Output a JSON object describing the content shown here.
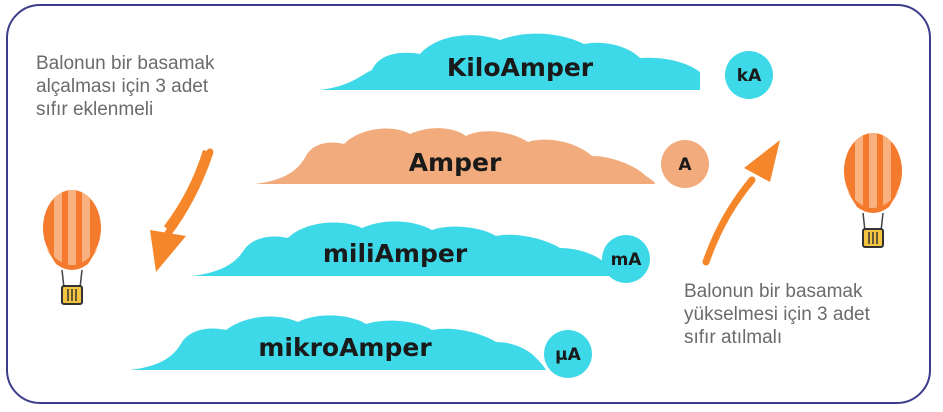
{
  "colors": {
    "frame": "#3b3d8a",
    "cyan": "#3dd9e8",
    "peach": "#f2ab7c",
    "text_dark": "#1a1a1a",
    "note_text": "#6b6b6b",
    "arrow": "#f5862a",
    "balloon_orange": "#f47a2e",
    "balloon_light": "#f9b27f"
  },
  "units": [
    {
      "name": "KiloAmper",
      "symbol": "kA",
      "color": "cyan"
    },
    {
      "name": "Amper",
      "symbol": "A",
      "color": "peach"
    },
    {
      "name": "miliAmper",
      "symbol": "mA",
      "color": "cyan"
    },
    {
      "name": "mikroAmper",
      "symbol": "μA",
      "color": "cyan"
    }
  ],
  "notes": {
    "descend": "Balonun bir basamak\nalçalması için 3 adet\nsıfır eklenmeli",
    "ascend": "Balonun bir basamak\nyükselmesi için 3 adet\nsıfır atılmalı"
  },
  "icons": {
    "left_balloon": "hot-air-balloon-icon",
    "right_balloon": "hot-air-balloon-icon",
    "down_arrow": "curved-arrow-down-icon",
    "up_arrow": "curved-arrow-up-icon"
  }
}
